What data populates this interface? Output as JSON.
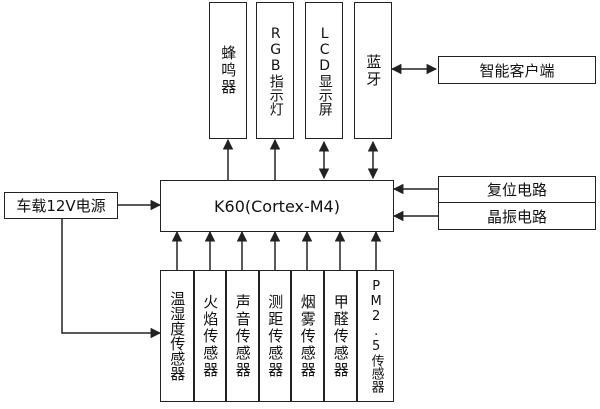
{
  "diagram": {
    "mcu": "K60(Cortex-M4)",
    "power": "车载12V电源",
    "outputs": [
      "蜂鸣器",
      "RGB指示灯",
      "LCD显示屏",
      "蓝牙"
    ],
    "client": "智能客户端",
    "inputs_right": [
      "复位电路",
      "晶振电路"
    ],
    "sensors": [
      "温湿度传感器",
      "火焰传感器",
      "声音传感器",
      "测距传感器",
      "烟雾传感器",
      "甲醛传感器",
      "PM2.5传感器"
    ],
    "colors": {
      "stroke": "#222222",
      "background": "#ffffff"
    }
  }
}
